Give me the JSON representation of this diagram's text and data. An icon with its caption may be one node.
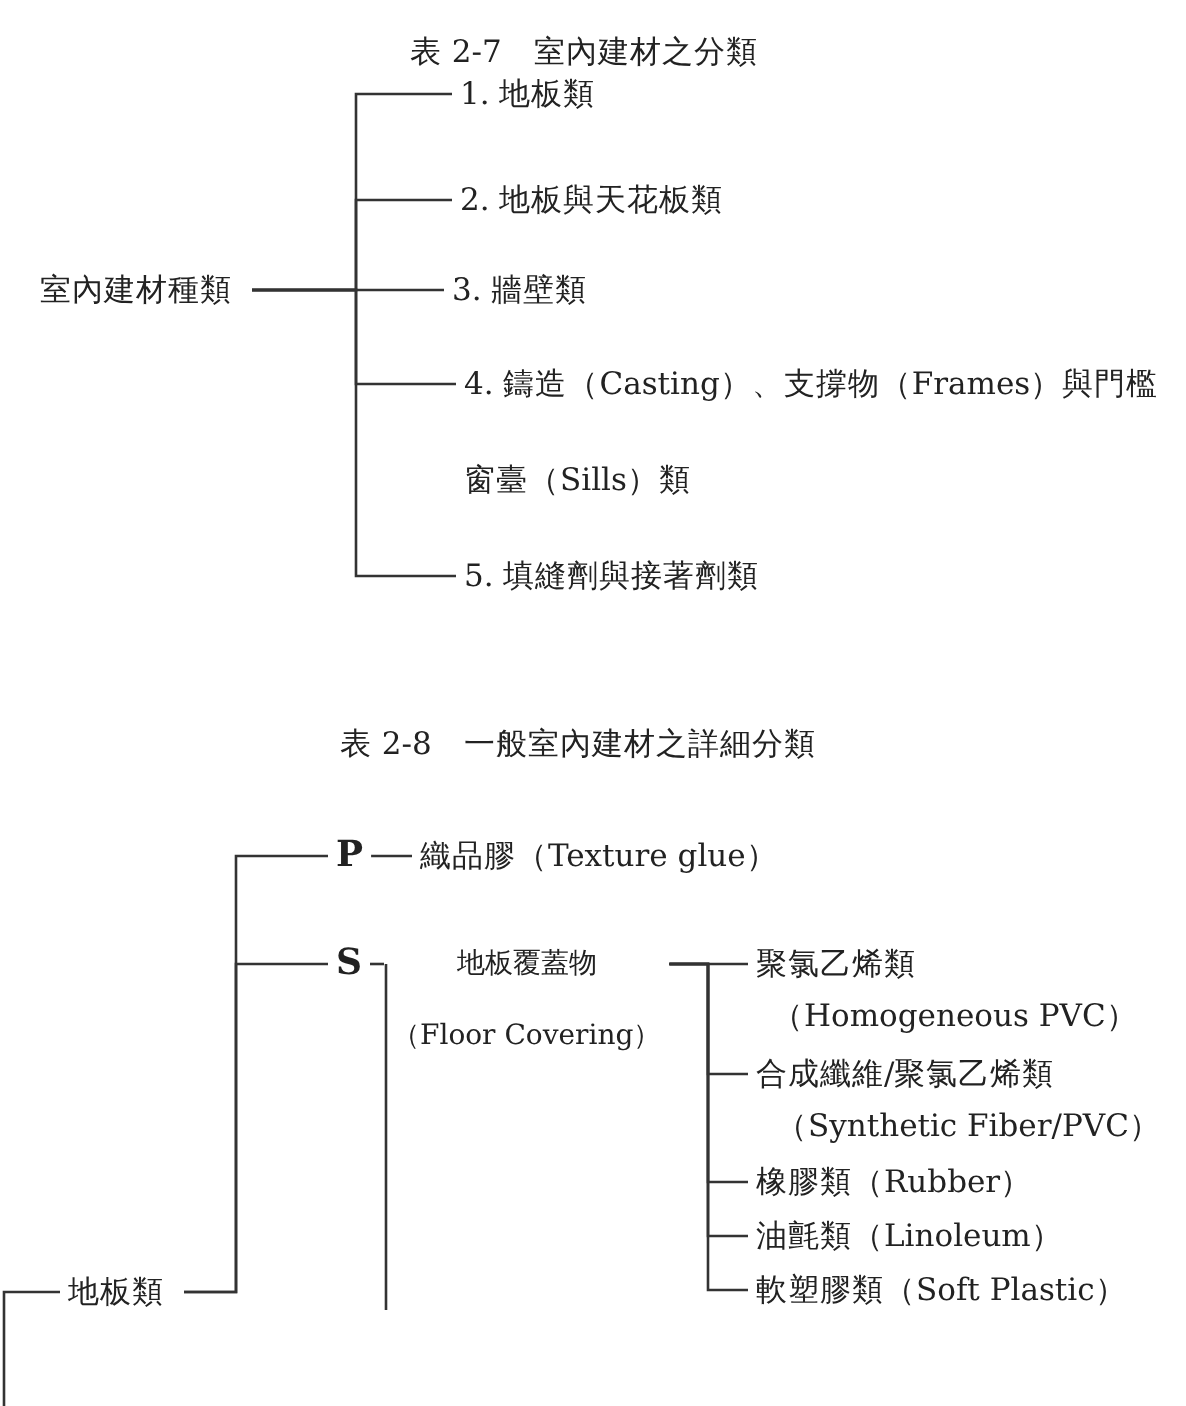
{
  "diagram": {
    "title": "表 2-7　室內建材之分類",
    "nodes": [
      {
        "text": [
          "室內建材種類"
        ]
      },
      {
        "text": [
          "1. 地板類"
        ]
      },
      {
        "text": [
          "2. 地板與天花板類"
        ]
      },
      {
        "text": [
          "3. 牆壁類"
        ]
      },
      {
        "text": [
          "4. 鑄造（Casting）、支撐物（Frames）與門檻窗臺（Sills）類"
        ]
      },
      {
        "text": [
          "5. 填縫劑與接著劑類"
        ]
      },
      {
        "text": [
          "地板類"
        ]
      },
      {
        "text": [
          "P"
        ]
      },
      {
        "text": [
          "織品膠（Texture glue）"
        ]
      },
      {
        "text": [
          "S"
        ]
      },
      {
        "text": [
          "地板覆蓋物",
          "（Floor Covering）"
        ]
      },
      {
        "text": [
          "聚氯乙烯類",
          "（Homogeneous PVC）"
        ]
      },
      {
        "text": [
          "合成纖維/聚氯乙烯類",
          "（Synthetic Fiber/PVC）"
        ]
      },
      {
        "text": [
          "橡膠類（Rubber）"
        ]
      },
      {
        "text": [
          "油氈類（Linoleum）"
        ]
      },
      {
        "text": [
          "軟塑膠類（Soft Plastic）"
        ]
      }
    ],
    "edges": [
      {
        "from": 0,
        "to": 1,
        "arrow": "none"
      },
      {
        "from": 0,
        "to": 2,
        "arrow": "none"
      },
      {
        "from": 0,
        "to": 3,
        "arrow": "none"
      },
      {
        "from": 0,
        "to": 4,
        "arrow": "none"
      },
      {
        "from": 0,
        "to": 5,
        "arrow": "none"
      },
      {
        "from": 6,
        "to": 7,
        "arrow": "none"
      },
      {
        "from": 6,
        "to": 9,
        "arrow": "none"
      },
      {
        "from": 7,
        "to": 8,
        "arrow": "none"
      },
      {
        "from": 9,
        "to": 10,
        "arrow": "none"
      },
      {
        "from": 9,
        "to": null,
        "arrow": "none"
      },
      {
        "from": 6,
        "to": null,
        "arrow": "none"
      },
      {
        "from": 10,
        "to": 11,
        "arrow": "none"
      },
      {
        "from": 10,
        "to": 12,
        "arrow": "none"
      },
      {
        "from": 10,
        "to": 13,
        "arrow": "none"
      },
      {
        "from": 10,
        "to": 14,
        "arrow": "none"
      },
      {
        "from": 10,
        "to": 15,
        "arrow": "none"
      }
    ],
    "labels": [
      "表 2-8　一般室內建材之詳細分類"
    ]
  }
}
